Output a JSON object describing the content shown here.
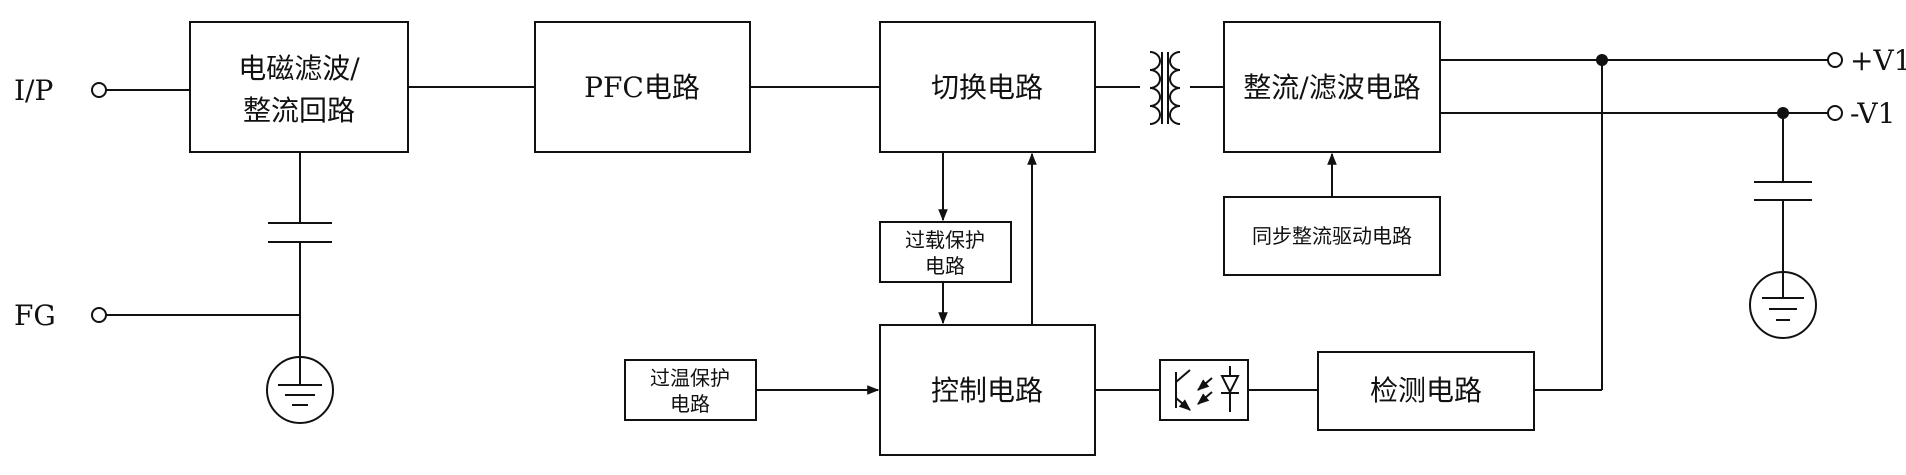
{
  "blocks": {
    "emi_line1": "电磁滤波/",
    "emi_line2": "整流回路",
    "pfc": "PFC电路",
    "switch": "切换电路",
    "rect": "整流/滤波电路",
    "sync": "同步整流驱动电路",
    "overload_line1": "过载保护",
    "overload_line2": "电路",
    "overtemp_line1": "过温保护",
    "overtemp_line2": "电路",
    "control": "控制电路",
    "detect": "检测电路"
  },
  "terminals": {
    "input": "I/P",
    "fg": "FG",
    "vpos": "+V1",
    "vneg": "-V1"
  },
  "icons": [
    "transformer-icon",
    "capacitor-icon",
    "ground-icon",
    "optocoupler-icon",
    "arrow-icon",
    "junction-dot-icon"
  ]
}
